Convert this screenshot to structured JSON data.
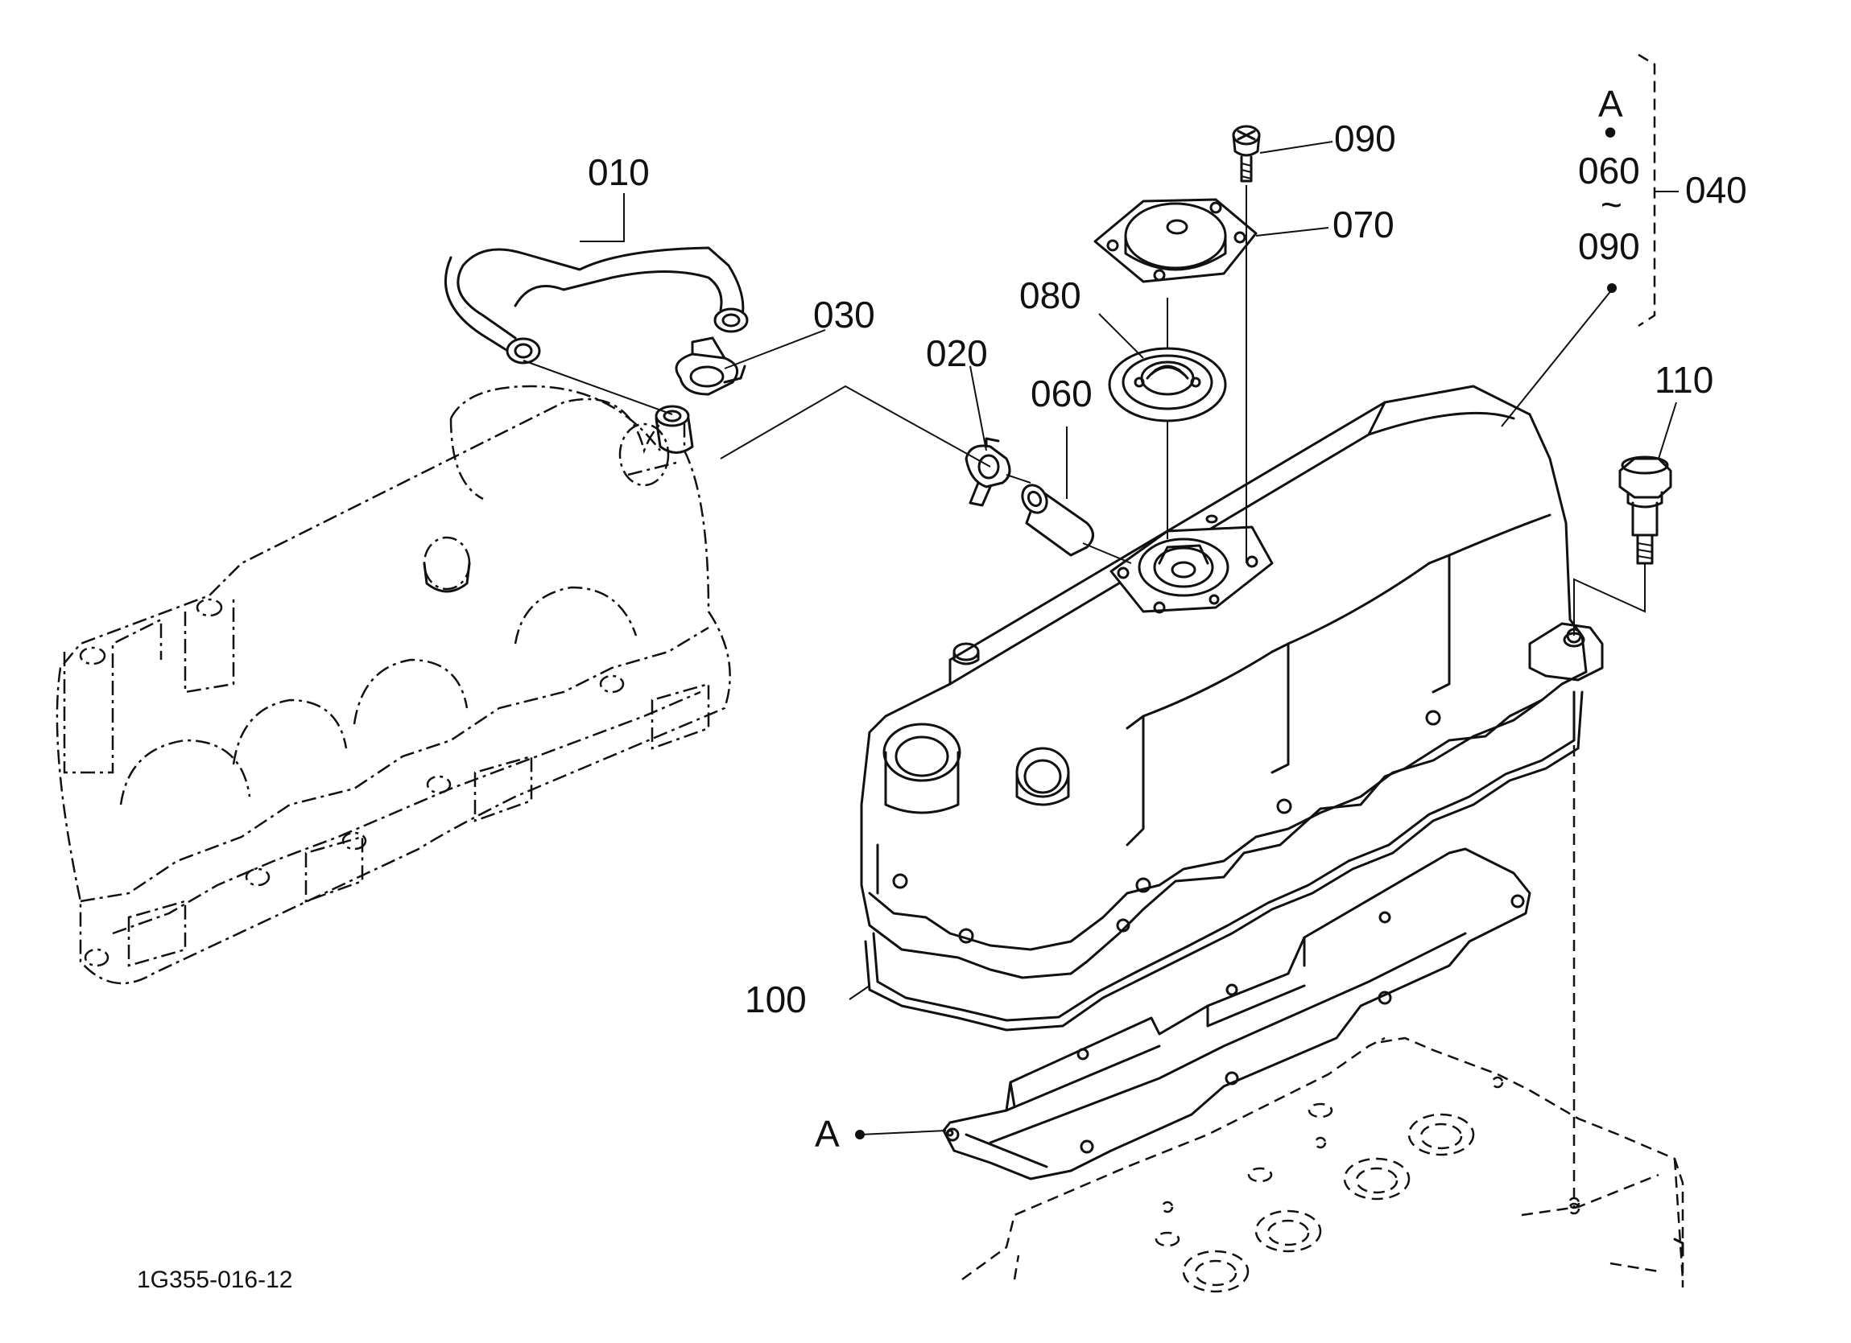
{
  "labels": {
    "p010": "010",
    "p020": "020",
    "p030": "030",
    "p040": "040",
    "p060": "060",
    "p070": "070",
    "p080": "080",
    "p090": "090",
    "p100": "100",
    "p110": "110",
    "ref_a": "A"
  },
  "kit_bracket": {
    "ref": "A",
    "dot": "•",
    "from": "060",
    "tilde": "~",
    "to": "090"
  },
  "drawing_number": "1G355-016-12"
}
